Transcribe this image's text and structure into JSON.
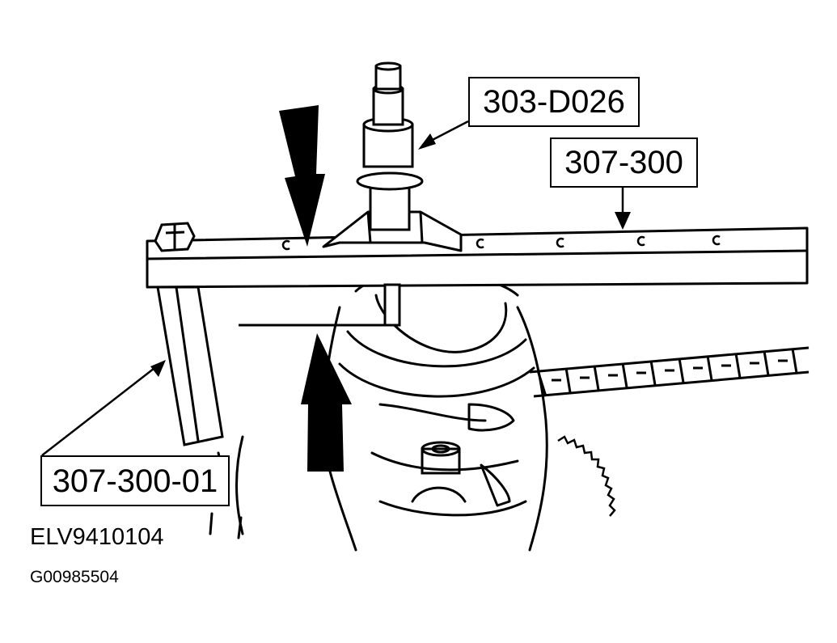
{
  "callouts": {
    "tool_303_d026": "303-D026",
    "tool_307_300": "307-300",
    "tool_307_300_01": "307-300-01"
  },
  "captions": {
    "figure_code": "ELV9410104",
    "graphic_code": "G00985504"
  },
  "colors": {
    "line": "#000000",
    "background": "#ffffff"
  }
}
